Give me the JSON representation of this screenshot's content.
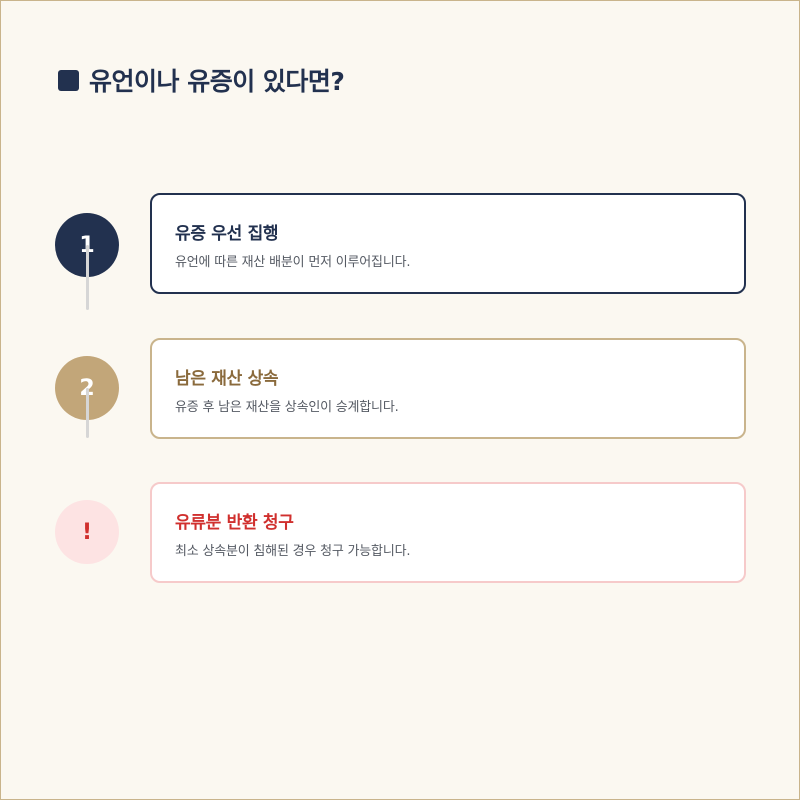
{
  "heading": {
    "title": "유언이나 유증이 있다면?"
  },
  "steps": [
    {
      "marker": "1",
      "title": "유증 우선 집행",
      "description": "유언에 따른 재산 배분이 먼저 이루어집니다.",
      "marker_color": "#22314f",
      "border_color": "#22314f",
      "title_color": "#22314f"
    },
    {
      "marker": "2",
      "title": "남은 재산 상속",
      "description": "유증 후 남은 재산을 상속인이 승계합니다.",
      "marker_color": "#c2a679",
      "border_color": "#c9b48c",
      "title_color": "#8a6a3c"
    },
    {
      "marker": "!",
      "title": "유류분 반환 청구",
      "description": "최소 상속분이 침해된 경우 청구 가능합니다.",
      "marker_color": "#fde3e3",
      "border_color": "#f6caca",
      "title_color": "#d0302e",
      "marker_text_color": "#d0302e"
    }
  ]
}
